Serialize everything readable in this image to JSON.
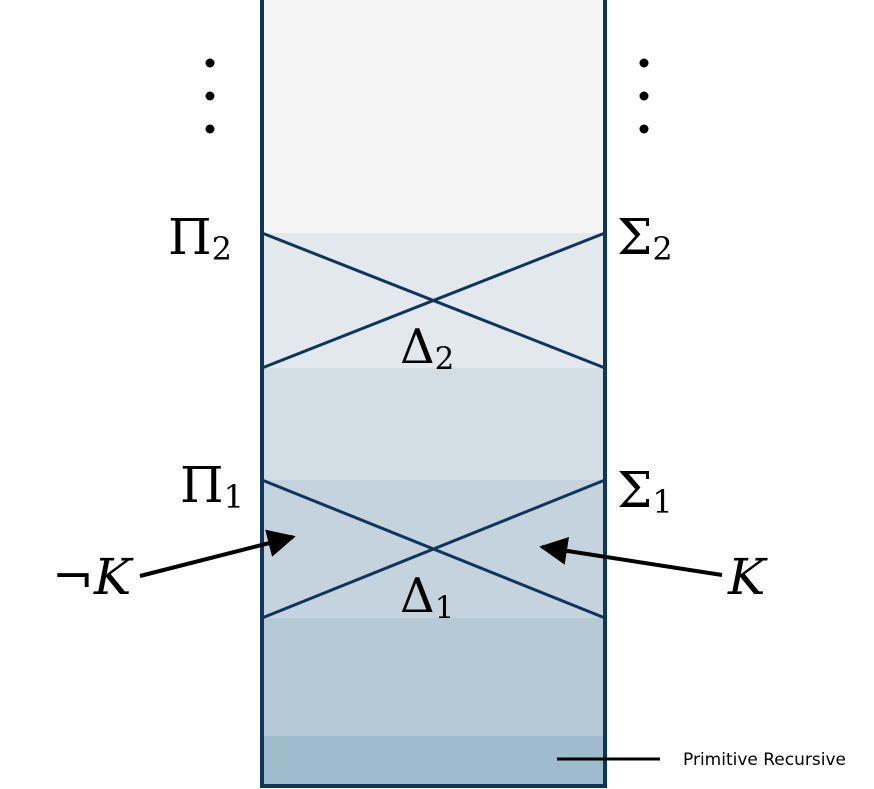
{
  "colors": {
    "line": "#0f355c",
    "band_top": "#f5f5f6",
    "band_sigma2": "#e3e8ed",
    "band_mid": "#d3dde4",
    "band_sigma1": "#c4d3de",
    "band_low": "#b6cad6",
    "band_pr": "#9fbccd",
    "arrow": "#000000"
  },
  "labels": {
    "pi2": {
      "base": "Π",
      "sub": "2"
    },
    "sigma2": {
      "base": "Σ",
      "sub": "2"
    },
    "delta2": {
      "base": "Δ",
      "sub": "2"
    },
    "pi1": {
      "base": "Π",
      "sub": "1"
    },
    "sigma1": {
      "base": "Σ",
      "sub": "1"
    },
    "delta1": {
      "base": "Δ",
      "sub": "1"
    },
    "not_k": "¬K",
    "k": "K",
    "primitive_recursive": "Primitive Recursive"
  },
  "dots": {
    "left": "⋮",
    "right": "⋮"
  }
}
